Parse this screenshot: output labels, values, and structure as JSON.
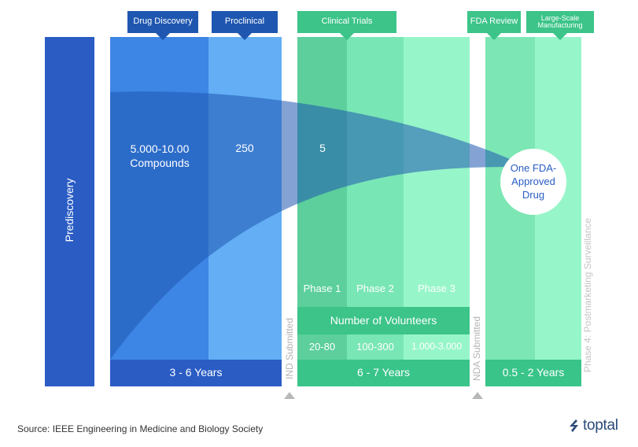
{
  "stages": {
    "prediscovery": "Prediscovery",
    "drug_discovery": "Drug Discovery",
    "preclinical": "Proclinical",
    "clinical_trials": "Clinical Trials",
    "fda_review": "FDA Review",
    "manufacturing": "Large-Scale Manufacturing"
  },
  "counts": {
    "compounds": "5.000-10.00 Compounds",
    "preclinical": "250",
    "clinical": "5",
    "approved": "One FDA-Approved Drug"
  },
  "phases": [
    "Phase 1",
    "Phase 2",
    "Phase 3"
  ],
  "volunteers": {
    "label": "Number of Volunteers",
    "values": [
      "20-80",
      "100-300",
      "1.000-3.000"
    ]
  },
  "durations": {
    "discovery": "3 - 6 Years",
    "clinical": "6 - 7 Years",
    "review": "0.5 - 2 Years"
  },
  "milestones": {
    "ind": "IND Submitted",
    "nda": "NDA Submitted",
    "phase4": "Phase 4: Postmarketing Surveillance"
  },
  "source": {
    "prefix": "Source: ",
    "name": "IEEE Engineering in Medicine and Biology Society"
  },
  "brand": "toptal",
  "colors": {
    "dark_blue": "#2a5cc4",
    "mid_blue": "#3d86e6",
    "light_blue": "#63aef5",
    "green_dark": "#39c48a",
    "green_mid": "#5fd9a4",
    "green_light": "#94f5c8",
    "funnel": "#1f57b0"
  }
}
